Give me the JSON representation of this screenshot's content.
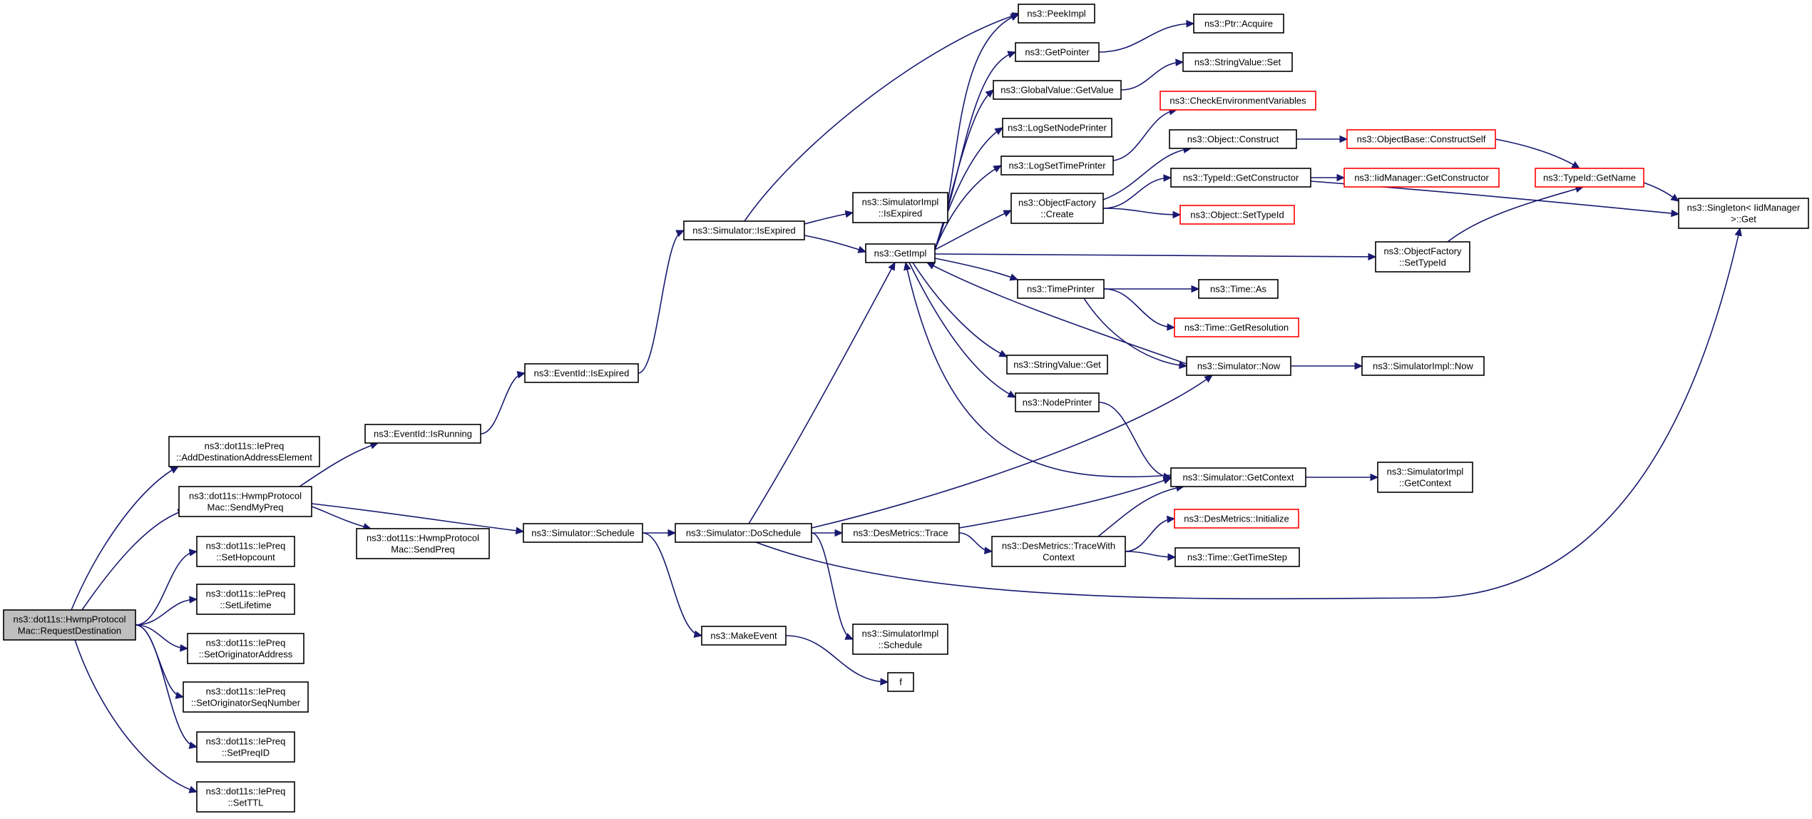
{
  "colors": {
    "edge": "#191970",
    "node_border": "#000000",
    "missing_node_border": "#ff0000",
    "root_fill": "#bfbfbf",
    "node_fill": "#ffffff"
  },
  "nodes": [
    {
      "id": "root",
      "lines": [
        "ns3::dot11s::HwmpProtocol",
        "Mac::RequestDestination"
      ],
      "root": true
    },
    {
      "id": "addDest",
      "lines": [
        "ns3::dot11s::IePreq",
        "::AddDestinationAddressElement"
      ]
    },
    {
      "id": "sendMyPreq",
      "lines": [
        "ns3::dot11s::HwmpProtocol",
        "Mac::SendMyPreq"
      ]
    },
    {
      "id": "setHop",
      "lines": [
        "ns3::dot11s::IePreq",
        "::SetHopcount"
      ]
    },
    {
      "id": "setLife",
      "lines": [
        "ns3::dot11s::IePreq",
        "::SetLifetime"
      ]
    },
    {
      "id": "setOrigAddr",
      "lines": [
        "ns3::dot11s::IePreq",
        "::SetOriginatorAddress"
      ]
    },
    {
      "id": "setOrigSeq",
      "lines": [
        "ns3::dot11s::IePreq",
        "::SetOriginatorSeqNumber"
      ]
    },
    {
      "id": "setPreqId",
      "lines": [
        "ns3::dot11s::IePreq",
        "::SetPreqID"
      ]
    },
    {
      "id": "setTtl",
      "lines": [
        "ns3::dot11s::IePreq",
        "::SetTTL"
      ]
    },
    {
      "id": "isRunning",
      "lines": [
        "ns3::EventId::IsRunning"
      ]
    },
    {
      "id": "sendPreq",
      "lines": [
        "ns3::dot11s::HwmpProtocol",
        "Mac::SendPreq"
      ]
    },
    {
      "id": "schedule",
      "lines": [
        "ns3::Simulator::Schedule"
      ]
    },
    {
      "id": "eventIsExpired",
      "lines": [
        "ns3::EventId::IsExpired"
      ]
    },
    {
      "id": "simIsExpired",
      "lines": [
        "ns3::Simulator::IsExpired"
      ]
    },
    {
      "id": "doSchedule",
      "lines": [
        "ns3::Simulator::DoSchedule"
      ]
    },
    {
      "id": "makeEvent",
      "lines": [
        "ns3::MakeEvent"
      ]
    },
    {
      "id": "implIsExpired",
      "lines": [
        "ns3::SimulatorImpl",
        "::IsExpired"
      ]
    },
    {
      "id": "getImpl",
      "lines": [
        "ns3::GetImpl"
      ]
    },
    {
      "id": "desTrace",
      "lines": [
        "ns3::DesMetrics::Trace"
      ]
    },
    {
      "id": "implSchedule",
      "lines": [
        "ns3::SimulatorImpl",
        "::Schedule"
      ]
    },
    {
      "id": "f",
      "lines": [
        "f"
      ]
    },
    {
      "id": "peekImpl",
      "lines": [
        "ns3::PeekImpl"
      ]
    },
    {
      "id": "getPointer",
      "lines": [
        "ns3::GetPointer"
      ]
    },
    {
      "id": "gvGetValue",
      "lines": [
        "ns3::GlobalValue::GetValue"
      ]
    },
    {
      "id": "logNode",
      "lines": [
        "ns3::LogSetNodePrinter"
      ]
    },
    {
      "id": "logTime",
      "lines": [
        "ns3::LogSetTimePrinter"
      ]
    },
    {
      "id": "ofCreate",
      "lines": [
        "ns3::ObjectFactory",
        "::Create"
      ]
    },
    {
      "id": "timePrinter",
      "lines": [
        "ns3::TimePrinter"
      ]
    },
    {
      "id": "svGet",
      "lines": [
        "ns3::StringValue::Get"
      ]
    },
    {
      "id": "nodePrinter",
      "lines": [
        "ns3::NodePrinter"
      ]
    },
    {
      "id": "traceWith",
      "lines": [
        "ns3::DesMetrics::TraceWith",
        "Context"
      ]
    },
    {
      "id": "ptrAcquire",
      "lines": [
        "ns3::Ptr::Acquire"
      ]
    },
    {
      "id": "svSet",
      "lines": [
        "ns3::StringValue::Set"
      ]
    },
    {
      "id": "checkEnv",
      "lines": [
        "ns3::CheckEnvironmentVariables"
      ],
      "missing": true
    },
    {
      "id": "objConstruct",
      "lines": [
        "ns3::Object::Construct"
      ]
    },
    {
      "id": "tidGetCtor",
      "lines": [
        "ns3::TypeId::GetConstructor"
      ]
    },
    {
      "id": "objSetTid",
      "lines": [
        "ns3::Object::SetTypeId"
      ],
      "missing": true
    },
    {
      "id": "timeAs",
      "lines": [
        "ns3::Time::As"
      ]
    },
    {
      "id": "timeGetRes",
      "lines": [
        "ns3::Time::GetResolution"
      ],
      "missing": true
    },
    {
      "id": "simNow",
      "lines": [
        "ns3::Simulator::Now"
      ]
    },
    {
      "id": "simGetContext",
      "lines": [
        "ns3::Simulator::GetContext"
      ]
    },
    {
      "id": "desInit",
      "lines": [
        "ns3::DesMetrics::Initialize"
      ],
      "missing": true
    },
    {
      "id": "timeStep",
      "lines": [
        "ns3::Time::GetTimeStep"
      ]
    },
    {
      "id": "obConstructSelf",
      "lines": [
        "ns3::ObjectBase::ConstructSelf"
      ],
      "missing": true
    },
    {
      "id": "iidGetCtor",
      "lines": [
        "ns3::IidManager::GetConstructor"
      ],
      "missing": true
    },
    {
      "id": "ofSetTid",
      "lines": [
        "ns3::ObjectFactory",
        "::SetTypeId"
      ]
    },
    {
      "id": "implNow",
      "lines": [
        "ns3::SimulatorImpl::Now"
      ]
    },
    {
      "id": "implGetContext",
      "lines": [
        "ns3::SimulatorImpl",
        "::GetContext"
      ]
    },
    {
      "id": "tidGetName",
      "lines": [
        "ns3::TypeId::GetName"
      ],
      "missing": true
    },
    {
      "id": "singletonGet",
      "lines": [
        "ns3::Singleton< IidManager",
        ">::Get"
      ]
    }
  ],
  "edges": [
    [
      "root",
      "addDest"
    ],
    [
      "root",
      "sendMyPreq"
    ],
    [
      "root",
      "setHop"
    ],
    [
      "root",
      "setLife"
    ],
    [
      "root",
      "setOrigAddr"
    ],
    [
      "root",
      "setOrigSeq"
    ],
    [
      "root",
      "setPreqId"
    ],
    [
      "root",
      "setTtl"
    ],
    [
      "sendMyPreq",
      "isRunning"
    ],
    [
      "sendMyPreq",
      "sendPreq"
    ],
    [
      "sendMyPreq",
      "schedule"
    ],
    [
      "isRunning",
      "eventIsExpired"
    ],
    [
      "eventIsExpired",
      "simIsExpired"
    ],
    [
      "simIsExpired",
      "peekImpl"
    ],
    [
      "simIsExpired",
      "implIsExpired"
    ],
    [
      "simIsExpired",
      "getImpl"
    ],
    [
      "schedule",
      "doSchedule"
    ],
    [
      "schedule",
      "makeEvent"
    ],
    [
      "makeEvent",
      "f"
    ],
    [
      "doSchedule",
      "getImpl"
    ],
    [
      "doSchedule",
      "desTrace"
    ],
    [
      "doSchedule",
      "implSchedule"
    ],
    [
      "doSchedule",
      "simNow"
    ],
    [
      "doSchedule",
      "singletonGet"
    ],
    [
      "getImpl",
      "peekImpl"
    ],
    [
      "getImpl",
      "getPointer"
    ],
    [
      "getImpl",
      "gvGetValue"
    ],
    [
      "getImpl",
      "logNode"
    ],
    [
      "getImpl",
      "logTime"
    ],
    [
      "getImpl",
      "ofCreate"
    ],
    [
      "getImpl",
      "ofSetTid"
    ],
    [
      "getImpl",
      "timePrinter"
    ],
    [
      "getImpl",
      "svGet"
    ],
    [
      "getImpl",
      "nodePrinter"
    ],
    [
      "getPointer",
      "ptrAcquire"
    ],
    [
      "gvGetValue",
      "svSet"
    ],
    [
      "logTime",
      "checkEnv"
    ],
    [
      "ofCreate",
      "objConstruct"
    ],
    [
      "ofCreate",
      "tidGetCtor"
    ],
    [
      "ofCreate",
      "objSetTid"
    ],
    [
      "objConstruct",
      "obConstructSelf"
    ],
    [
      "obConstructSelf",
      "tidGetName"
    ],
    [
      "tidGetCtor",
      "iidGetCtor"
    ],
    [
      "tidGetCtor",
      "singletonGet"
    ],
    [
      "tidGetName",
      "singletonGet"
    ],
    [
      "ofSetTid",
      "tidGetName"
    ],
    [
      "timePrinter",
      "timeAs"
    ],
    [
      "timePrinter",
      "timeGetRes"
    ],
    [
      "timePrinter",
      "simNow"
    ],
    [
      "simNow",
      "implNow"
    ],
    [
      "simNow",
      "getImpl"
    ],
    [
      "nodePrinter",
      "simGetContext"
    ],
    [
      "simGetContext",
      "getImpl"
    ],
    [
      "simGetContext",
      "implGetContext"
    ],
    [
      "desTrace",
      "simGetContext"
    ],
    [
      "desTrace",
      "traceWith"
    ],
    [
      "traceWith",
      "simGetContext"
    ],
    [
      "traceWith",
      "desInit"
    ],
    [
      "traceWith",
      "timeStep"
    ]
  ]
}
